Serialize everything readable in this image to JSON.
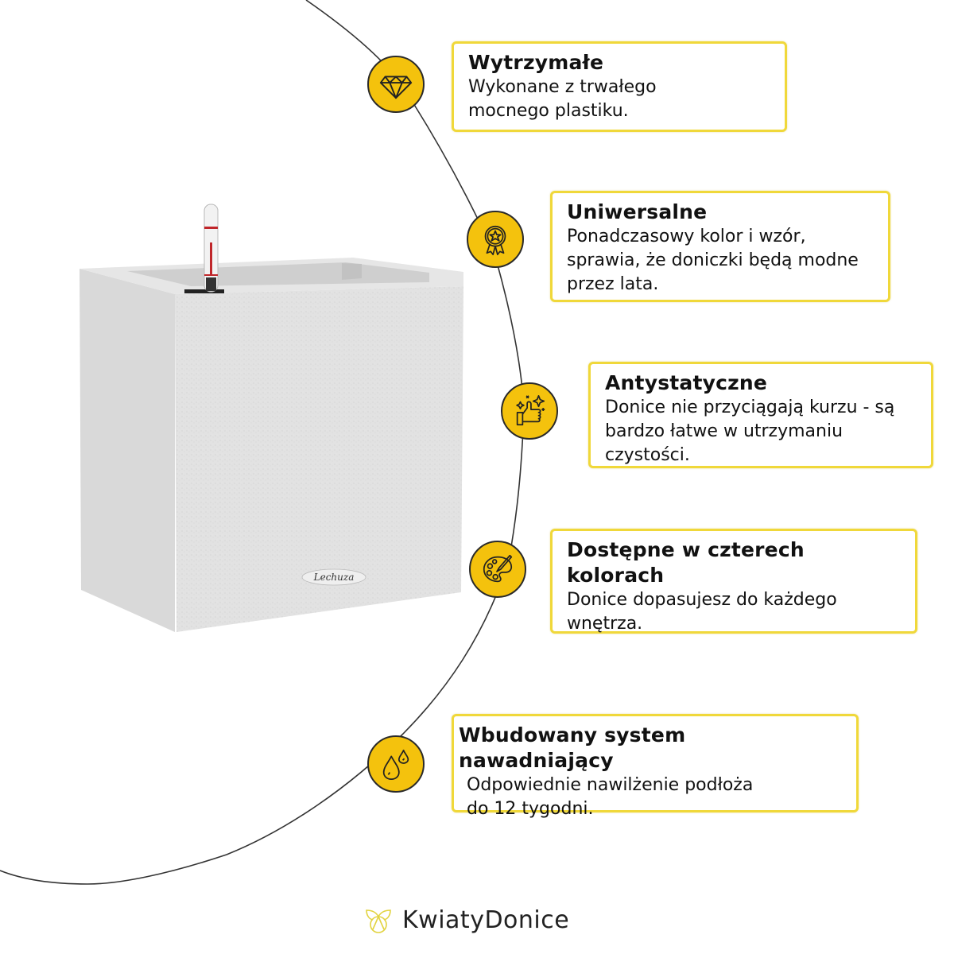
{
  "features": [
    {
      "title": "Wytrzymałe",
      "description": "Wykonane z trwałego\nmocnego plastiku.",
      "icon": "diamond-icon"
    },
    {
      "title": "Uniwersalne",
      "description": "Ponadczasowy kolor i wzór,\nsprawia, że doniczki będą modne\nprzez lata.",
      "icon": "award-ribbon-icon"
    },
    {
      "title": "Antystatyczne",
      "description": "Donice nie przyciągają kurzu - są\nbardzo łatwe w utrzymaniu\nczystości.",
      "icon": "thumbs-up-sparkle-icon"
    },
    {
      "title": "Dostępne w czterech kolorach",
      "description": "Donice dopasujesz do każdego\nwnętrza.",
      "icon": "palette-icon"
    },
    {
      "title": "Wbudowany system nawadniający",
      "description": "Odpowiednie nawilżenie podłoża\ndo 12 tygodni.",
      "icon": "water-drops-icon"
    }
  ],
  "product": {
    "logo_text": "Lechuza"
  },
  "brand": {
    "name": "KwiatyDonice",
    "icon": "butterfly-logo-icon"
  },
  "colors": {
    "accent": "#f4c20d",
    "card_border": "#f0d83a",
    "pot": "#e3e3e3"
  }
}
